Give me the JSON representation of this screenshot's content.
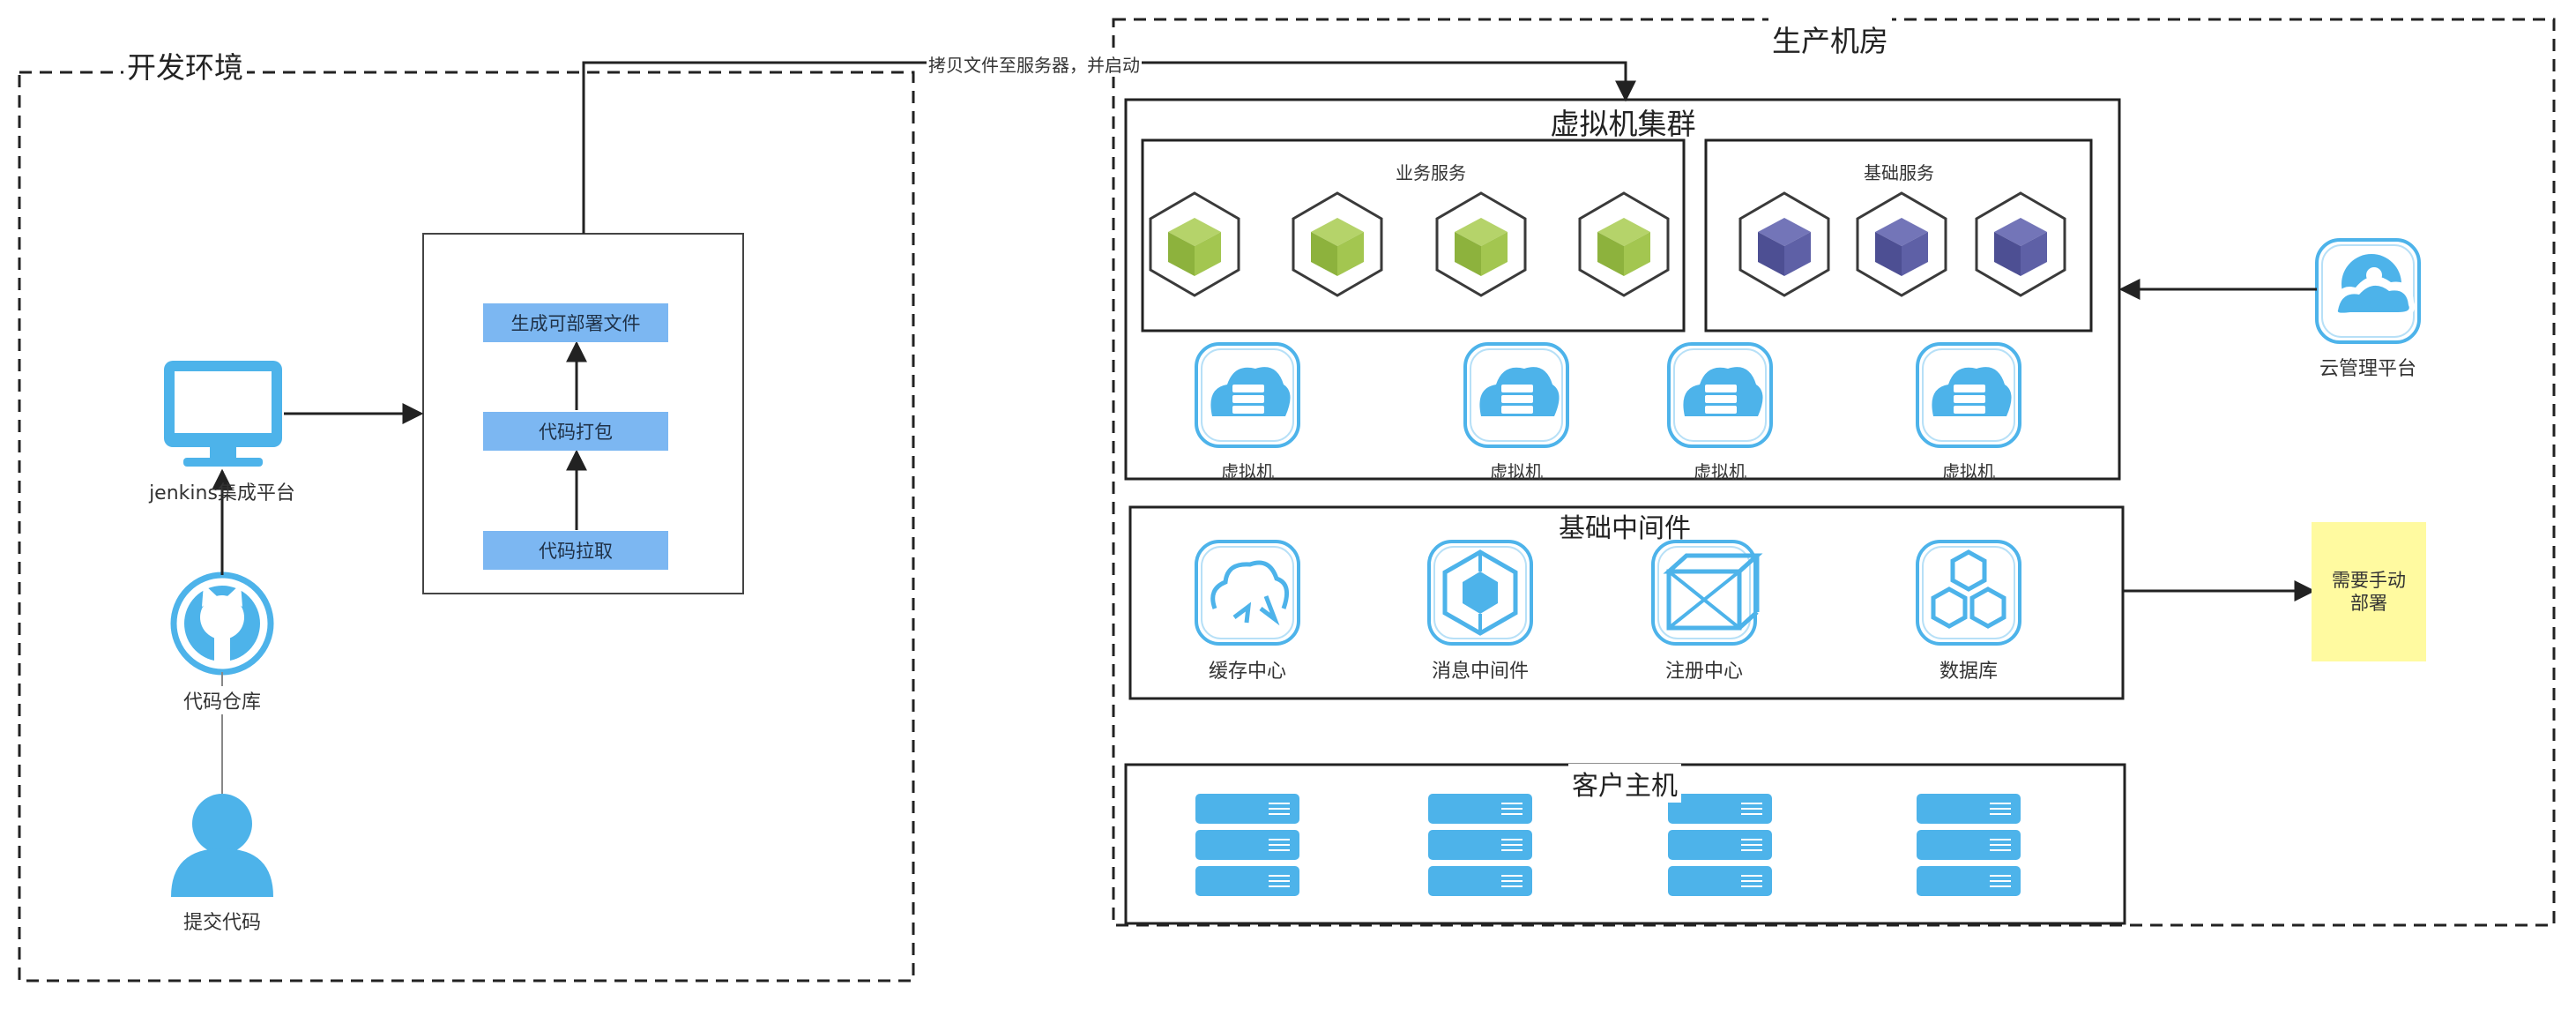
{
  "dev_env": {
    "title": "开发环境",
    "nodes": {
      "jenkins": "jenkins集成平台",
      "repo": "代码仓库",
      "commit": "提交代码"
    },
    "pipeline": {
      "step_generate": "生成可部署文件",
      "step_package": "代码打包",
      "step_pull": "代码拉取"
    }
  },
  "copy_edge_label": "拷贝文件至服务器，并启动",
  "prod_env": {
    "title": "生产机房",
    "vm_cluster": {
      "title": "虚拟机集群",
      "business_services": "业务服务",
      "base_services": "基础服务",
      "vm_labels": [
        "虚拟机",
        "虚拟机",
        "虚拟机",
        "虚拟机"
      ]
    },
    "cloud_mgmt": "云管理平台",
    "middleware": {
      "title": "基础中间件",
      "items": [
        "缓存中心",
        "消息中间件",
        "注册中心",
        "数据库"
      ]
    },
    "note": {
      "line1": "需要手动",
      "line2": "部署"
    },
    "client_hosts": {
      "title": "客户主机"
    }
  },
  "colors": {
    "icon_blue": "#4db3ea",
    "green_cube": "#94b94a",
    "purple_cube": "#56589e",
    "step_fill": "#7cb7f2",
    "note_fill": "#fffaa0"
  }
}
